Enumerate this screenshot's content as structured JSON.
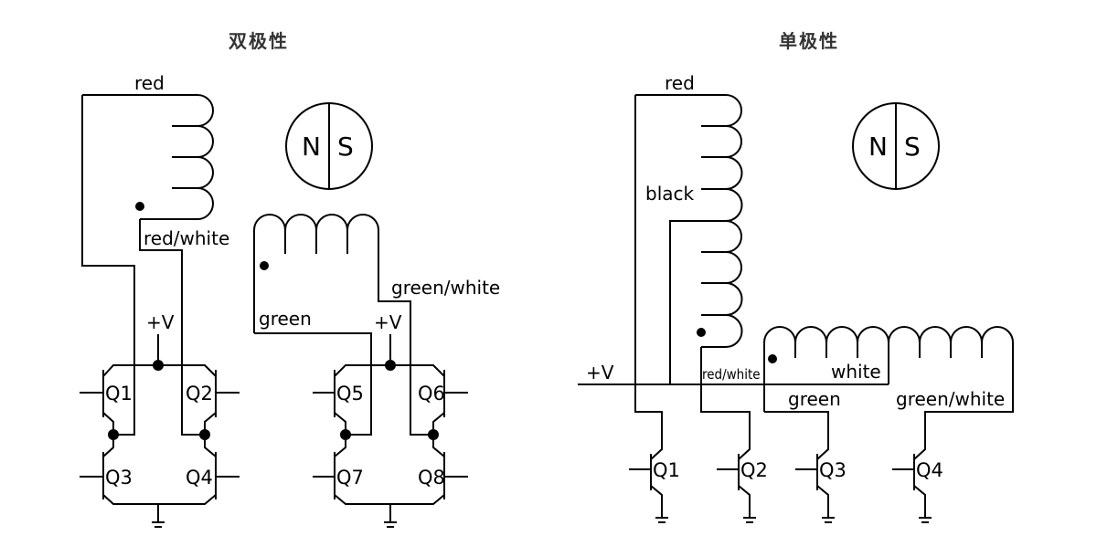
{
  "bipolar": {
    "title": "双极性",
    "wires": {
      "red": "red",
      "red_white": "red/white",
      "green": "green",
      "green_white": "green/white"
    },
    "supply_labels": [
      "+V",
      "+V"
    ],
    "transistors": [
      "Q1",
      "Q2",
      "Q3",
      "Q4",
      "Q5",
      "Q6",
      "Q7",
      "Q8"
    ],
    "rotor": {
      "north": "N",
      "south": "S"
    }
  },
  "unipolar": {
    "title": "单极性",
    "wires": {
      "red": "red",
      "black": "black",
      "red_white": "red/white",
      "white": "white",
      "green": "green",
      "green_white": "green/white"
    },
    "supply_label": "+V",
    "transistors": [
      "Q1",
      "Q2",
      "Q3",
      "Q4"
    ],
    "rotor": {
      "north": "N",
      "south": "S"
    }
  }
}
